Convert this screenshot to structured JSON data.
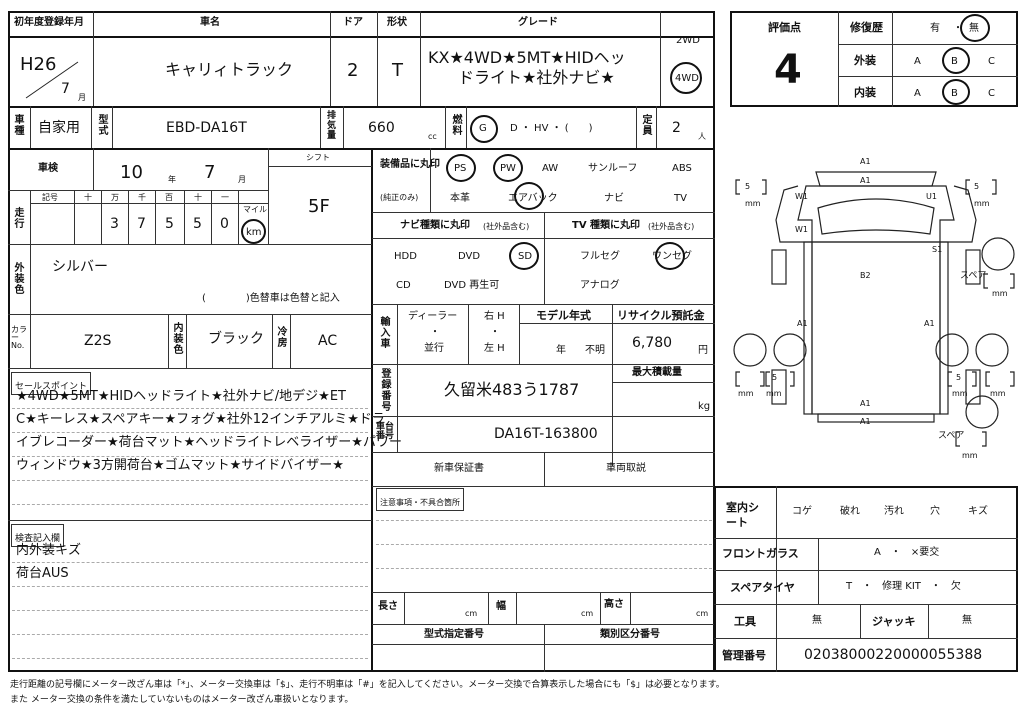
{
  "header": {
    "first_reg_label": "初年度登録年月",
    "era_year": "H26",
    "month": "7",
    "month_unit": "月",
    "car_name_label": "車名",
    "car_name": "キャリィトラック",
    "doors_label": "ドア",
    "doors": "2",
    "shape_label": "形状",
    "shape": "T",
    "grade_label": "グレード",
    "grade_line1": "KX★4WD★5MT★HIDヘッ",
    "grade_line2": "ドライト★社外ナビ★",
    "drive_2wd": "2WD",
    "drive_4wd": "4WD"
  },
  "row2": {
    "use_label": "車種",
    "use": "自家用",
    "model_label": "型式",
    "model": "EBD-DA16T",
    "displacement_label": "排気量",
    "displacement": "660",
    "displacement_unit": "cc",
    "fuel_label": "燃料",
    "fuel_g": "G",
    "fuel_rest": "D ・ HV ・ (　　)",
    "capacity_label": "定員",
    "capacity": "2",
    "capacity_unit": "人"
  },
  "inspection": {
    "shaken_label": "車検",
    "shaken_year": "10",
    "year_unit": "年",
    "shaken_month": "7",
    "month_unit": "月",
    "shift_label": "シフト",
    "shift": "5F",
    "mileage_label": "走行",
    "mileage_headers": [
      "記号",
      "十",
      "万",
      "千",
      "百",
      "十",
      "一"
    ],
    "mileage_digits": [
      "3",
      "7",
      "5",
      "5",
      "0"
    ],
    "mile_label": "マイル",
    "km_label": "km"
  },
  "color": {
    "label": "外装色",
    "value": "シルバー",
    "note": "(　　　　)色替車は色替と記入",
    "color_no_label": "カラーNo.",
    "color_no": "Z2S",
    "interior_label": "内装色",
    "interior": "ブラック",
    "ac_label": "冷房",
    "ac": "AC"
  },
  "sales_points": {
    "label": "セールスポイント",
    "lines": [
      "★4WD★5MT★HIDヘッドライト★社外ナビ/地デジ★ET",
      "C★キーレス★スペアキー★フォグ★社外12インチアルミ★ドラ",
      "イブレコーダー★荷台マット★ヘッドライトレベライザー★パワー",
      "ウィンドウ★3方開荷台★ゴムマット★サイドバイザー★"
    ]
  },
  "inspector": {
    "label": "検査記入欄",
    "lines": [
      "内外装キズ",
      "荷台AUS"
    ]
  },
  "equipment": {
    "label": "装備品に丸印",
    "sub": "(純正のみ)",
    "row1": [
      "PS",
      "PW",
      "AW",
      "サンルーフ",
      "ABS"
    ],
    "row2": [
      "本革",
      "エアバック",
      "ナビ",
      "TV"
    ]
  },
  "navi": {
    "label": "ナビ種類に丸印",
    "sub": "(社外品含む)",
    "items": [
      "HDD",
      "DVD",
      "SD",
      "CD",
      "DVD 再生可"
    ]
  },
  "tv": {
    "label": "TV 種類に丸印",
    "sub": "(社外品含む)",
    "items": [
      "フルセグ",
      "ワンセグ",
      "アナログ"
    ]
  },
  "import": {
    "label": "輸入車",
    "dealer": "ディーラー",
    "dot": "・",
    "parallel": "並行",
    "right": "右 H",
    "left": "左 H"
  },
  "model_year": {
    "label": "モデル年式",
    "year_unit": "年",
    "unknown": "不明"
  },
  "recycle": {
    "label": "リサイクル預託金",
    "value": "6,780",
    "unit": "円"
  },
  "registration": {
    "label": "登録番号",
    "value": "久留米483う1787",
    "max_load_label": "最大積載量",
    "max_load_unit": "kg"
  },
  "chassis": {
    "label": "車台番号",
    "value": "DA16T-163800"
  },
  "docs": {
    "warranty": "新車保証書",
    "manual": "車両取説",
    "notes_label": "注意事項・不具合箇所"
  },
  "dims": {
    "length_label": "長さ",
    "width_label": "幅",
    "height_label": "高さ",
    "unit": "cm",
    "type_no_label": "型式指定番号",
    "class_no_label": "類別区分番号"
  },
  "evaluation": {
    "score_label": "評価点",
    "score": "4",
    "repair_label": "修復歴",
    "repair_opts": [
      "有",
      "・",
      "無"
    ],
    "exterior_label": "外装",
    "interior_label": "内装",
    "grade_opts": [
      "A",
      "B",
      "C"
    ]
  },
  "diagram": {
    "marks": [
      "A1",
      "A1",
      "W1",
      "W1",
      "U1",
      "S1",
      "B2",
      "A1",
      "A1",
      "A1",
      "A1"
    ],
    "spare_label": "スペア",
    "mm": "mm",
    "tire_label": "5"
  },
  "condition": {
    "interior_sheet_label": "室内シート",
    "interior_items": [
      "コゲ",
      "破れ",
      "汚れ",
      "穴",
      "キズ"
    ],
    "windshield_label": "フロントガラス",
    "windshield": "A　・　×要交",
    "spare_tire_label": "スペアタイヤ",
    "spare_tire": "T　・　修理 KIT　・　欠",
    "tools_label": "工具",
    "tools": "無",
    "jack_label": "ジャッキ",
    "jack": "無",
    "mgmt_label": "管理番号",
    "mgmt_no": "02038000220000055388"
  },
  "footer": {
    "line1": "走行距離の記号欄にメーター改ざん車は「*」、メーター交換車は「$」、走行不明車は「#」を記入してください。メーター交換で合算表示した場合にも「$」は必要となります。",
    "line2": "また メーター交換の条件を満たしていないものはメーター改ざん車扱いとなります。"
  }
}
